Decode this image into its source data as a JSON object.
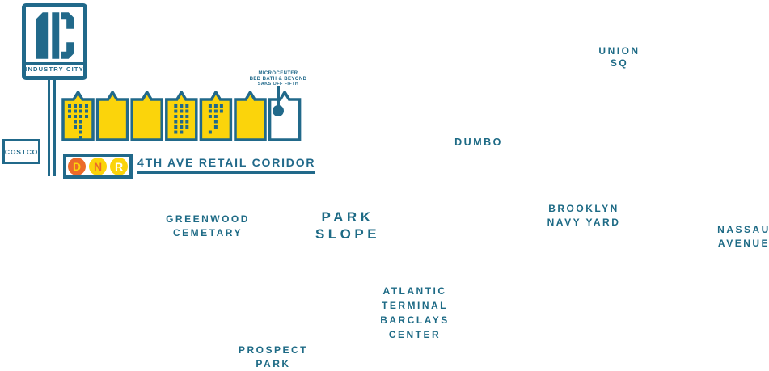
{
  "colors": {
    "teal": "#21698A",
    "label_teal": "#1D6A85",
    "yellow": "#FBD40B",
    "orange": "#EB6A2A",
    "white": "#FFFFFF"
  },
  "legend": {
    "logo": {
      "monogram": "IC",
      "name": "INDUSTRY CITY"
    },
    "costco_label": "COSTCO",
    "store_callout": {
      "line1": "MICROCENTER",
      "line2": "BED BATH & BEYOND",
      "line3": "SAKS OFF FIFTH"
    },
    "subway": {
      "lines": [
        {
          "letter": "D",
          "circle_color": "#EB6A2A",
          "letter_color": "#FBD40B"
        },
        {
          "letter": "N",
          "circle_color": "#FBD40B",
          "letter_color": "#EB6A2A"
        },
        {
          "letter": "R",
          "circle_color": "#FBD40B",
          "letter_color": "#FFFFFF"
        }
      ]
    },
    "corridor_label": "4TH AVE RETAIL CORIDOR",
    "buildings": [
      {
        "fill": "#FBD40B",
        "windows": [
          "1111",
          "1111",
          "1111",
          "0110",
          "0110",
          "0010",
          "0010"
        ]
      },
      {
        "fill": "#FBD40B",
        "windows": []
      },
      {
        "fill": "#FBD40B",
        "windows": []
      },
      {
        "fill": "#FBD40B",
        "windows": [
          "111",
          "111",
          "111",
          "111",
          "111",
          "110"
        ]
      },
      {
        "fill": "#FBD40B",
        "windows": [
          "111",
          "111",
          "110",
          "010",
          "010",
          "100"
        ]
      },
      {
        "fill": "#FBD40B",
        "windows": []
      },
      {
        "fill": "#FFFFFF",
        "windows": [],
        "pin": true
      }
    ]
  },
  "map_labels": [
    {
      "id": "union-sq",
      "text": "UNION\nSQ"
    },
    {
      "id": "dumbo",
      "text": "DUMBO"
    },
    {
      "id": "brooklyn-navy-yard",
      "text": "BROOKLYN\nNAVY YARD"
    },
    {
      "id": "nassau-avenue",
      "text": "NASSAU\nAVENUE"
    },
    {
      "id": "greenwood-cemetary",
      "text": "GREENWOOD\nCEMETARY"
    },
    {
      "id": "park-slope",
      "text": "PARK\nSLOPE"
    },
    {
      "id": "atlantic-terminal-barclays-center",
      "text": "ATLANTIC\nTERMINAL\nBARCLAYS\nCENTER"
    },
    {
      "id": "prospect-park",
      "text": "PROSPECT\nPARK"
    }
  ]
}
